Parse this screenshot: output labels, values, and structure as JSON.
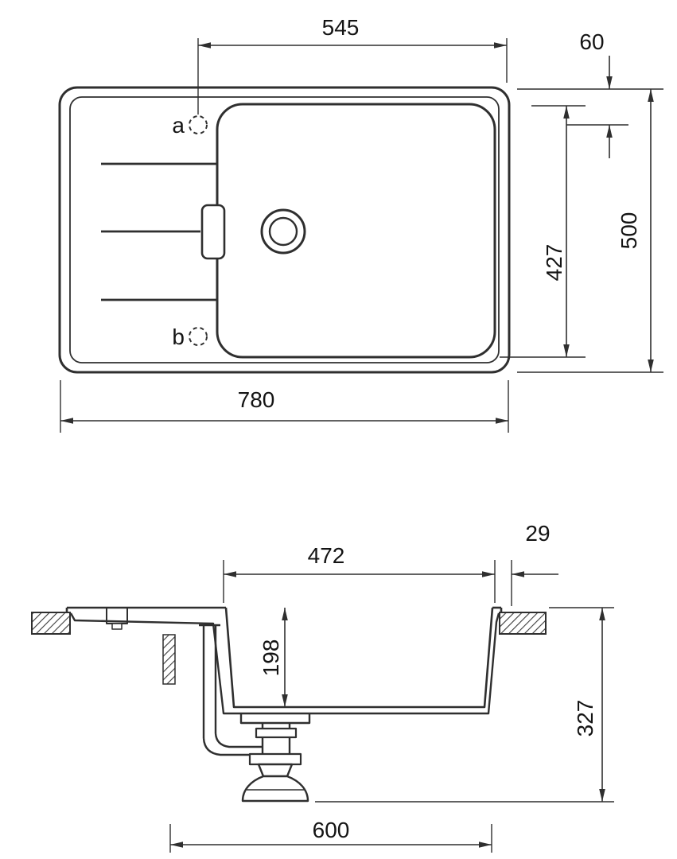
{
  "diagram": {
    "kind": "sink-technical-drawing",
    "line_color": "#2f2f2f",
    "text_color": "#141414",
    "top_view": {
      "tap_hole_labels": {
        "a": "a",
        "b": "b"
      },
      "dimensions": {
        "bowl_width": "545",
        "tap_hole_offset": "60",
        "overall_depth": "500",
        "bowl_length": "427",
        "overall_width": "780"
      }
    },
    "section_view": {
      "dimensions": {
        "bowl_top_width": "472",
        "rim_offset": "29",
        "bowl_depth": "198",
        "overall_height": "327",
        "cabinet_width": "600"
      }
    }
  }
}
